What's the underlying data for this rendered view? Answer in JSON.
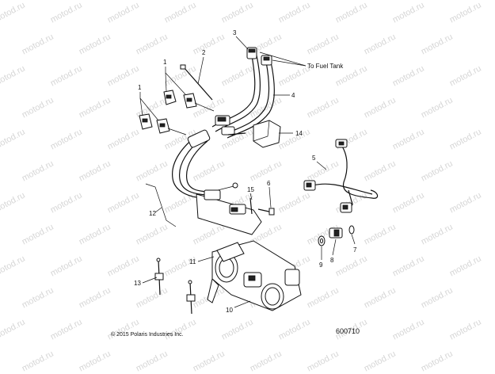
{
  "watermark": {
    "text": "motod.ru"
  },
  "callouts": [
    "1",
    "1",
    "2",
    "3",
    "4",
    "5",
    "6",
    "7",
    "8",
    "9",
    "10",
    "11",
    "12",
    "13",
    "14",
    "15"
  ],
  "note": {
    "fuel_tank": "To Fuel Tank"
  },
  "footer": {
    "copyright": "© 2015 Polaris Industries Inc.",
    "part_number": "600710"
  }
}
